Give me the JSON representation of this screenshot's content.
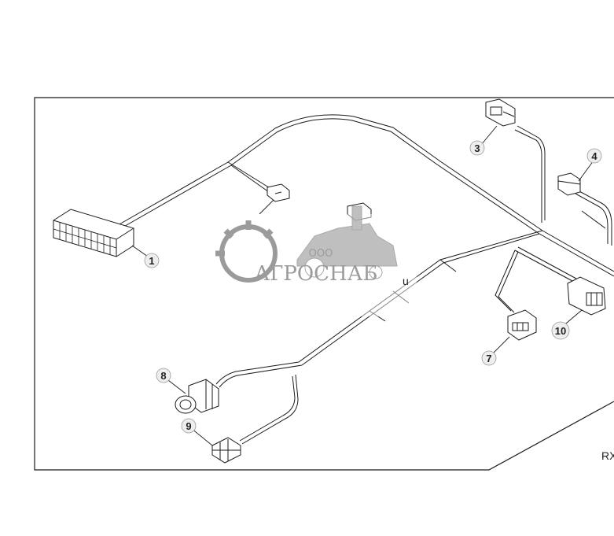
{
  "figure": {
    "reference_code": "RX",
    "stray_label": "u"
  },
  "callouts": [
    {
      "id": "1",
      "label": "1"
    },
    {
      "id": "3",
      "label": "3"
    },
    {
      "id": "4",
      "label": "4"
    },
    {
      "id": "7",
      "label": "7"
    },
    {
      "id": "8",
      "label": "8"
    },
    {
      "id": "9",
      "label": "9"
    },
    {
      "id": "10",
      "label": "10"
    }
  ],
  "watermark": {
    "company": "АГРОСНАБ",
    "prefix": "ООО"
  },
  "colors": {
    "line": "#1a1a1a",
    "watermark": "#8a8a8a",
    "background": "#ffffff"
  }
}
